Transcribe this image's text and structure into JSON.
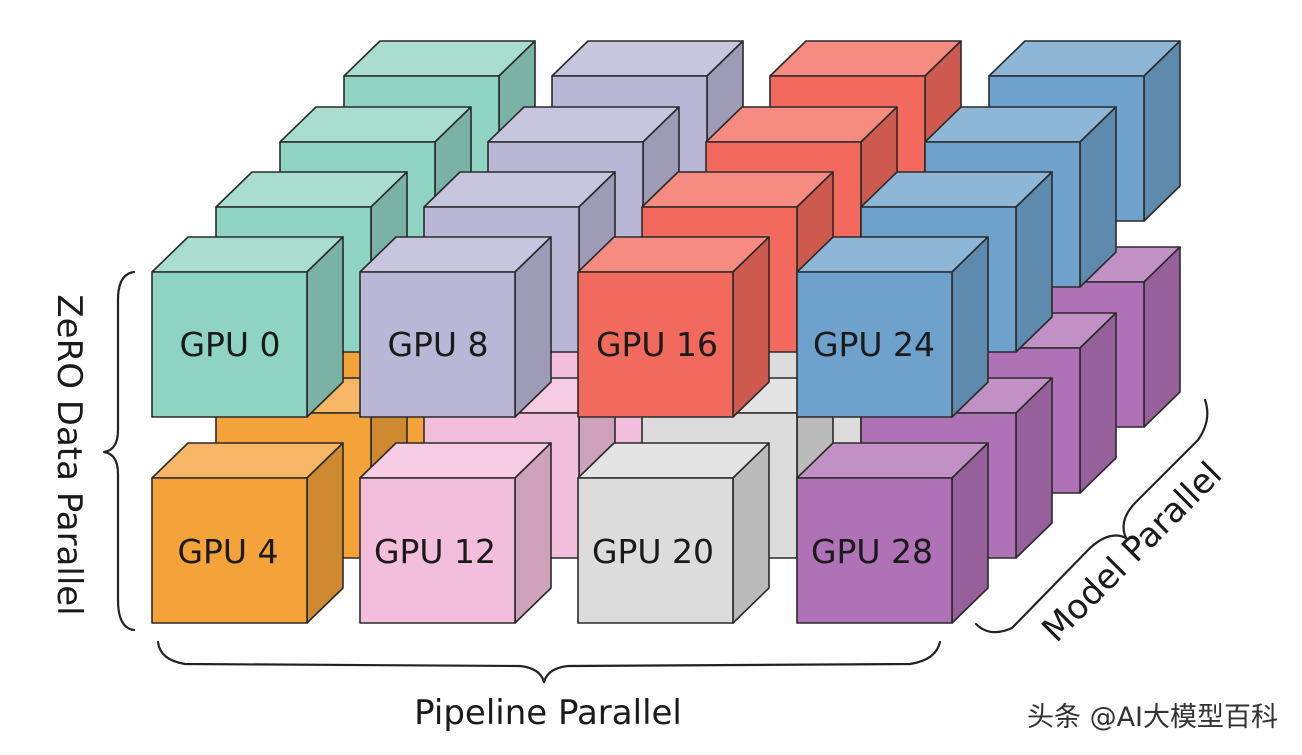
{
  "labels": {
    "gpu_0": "GPU 0",
    "gpu_8": "GPU 8",
    "gpu_16": "GPU 16",
    "gpu_24": "GPU 24",
    "gpu_4": "GPU 4",
    "gpu_12": "GPU 12",
    "gpu_20": "GPU 20",
    "gpu_28": "GPU 28"
  },
  "axes": {
    "vertical": "ZeRO Data Parallel",
    "horizontal": "Pipeline Parallel",
    "depth": "Model Parallel"
  },
  "watermark": "头条 @AI大模型百科",
  "colors": {
    "teal": "#8fd3c3",
    "lavender": "#b9b6d6",
    "red": "#f26a5d",
    "blue": "#6ea2cc",
    "orange": "#f4a23a",
    "pink": "#f3bedc",
    "gray": "#dcdcdc",
    "purple": "#b072b6"
  }
}
